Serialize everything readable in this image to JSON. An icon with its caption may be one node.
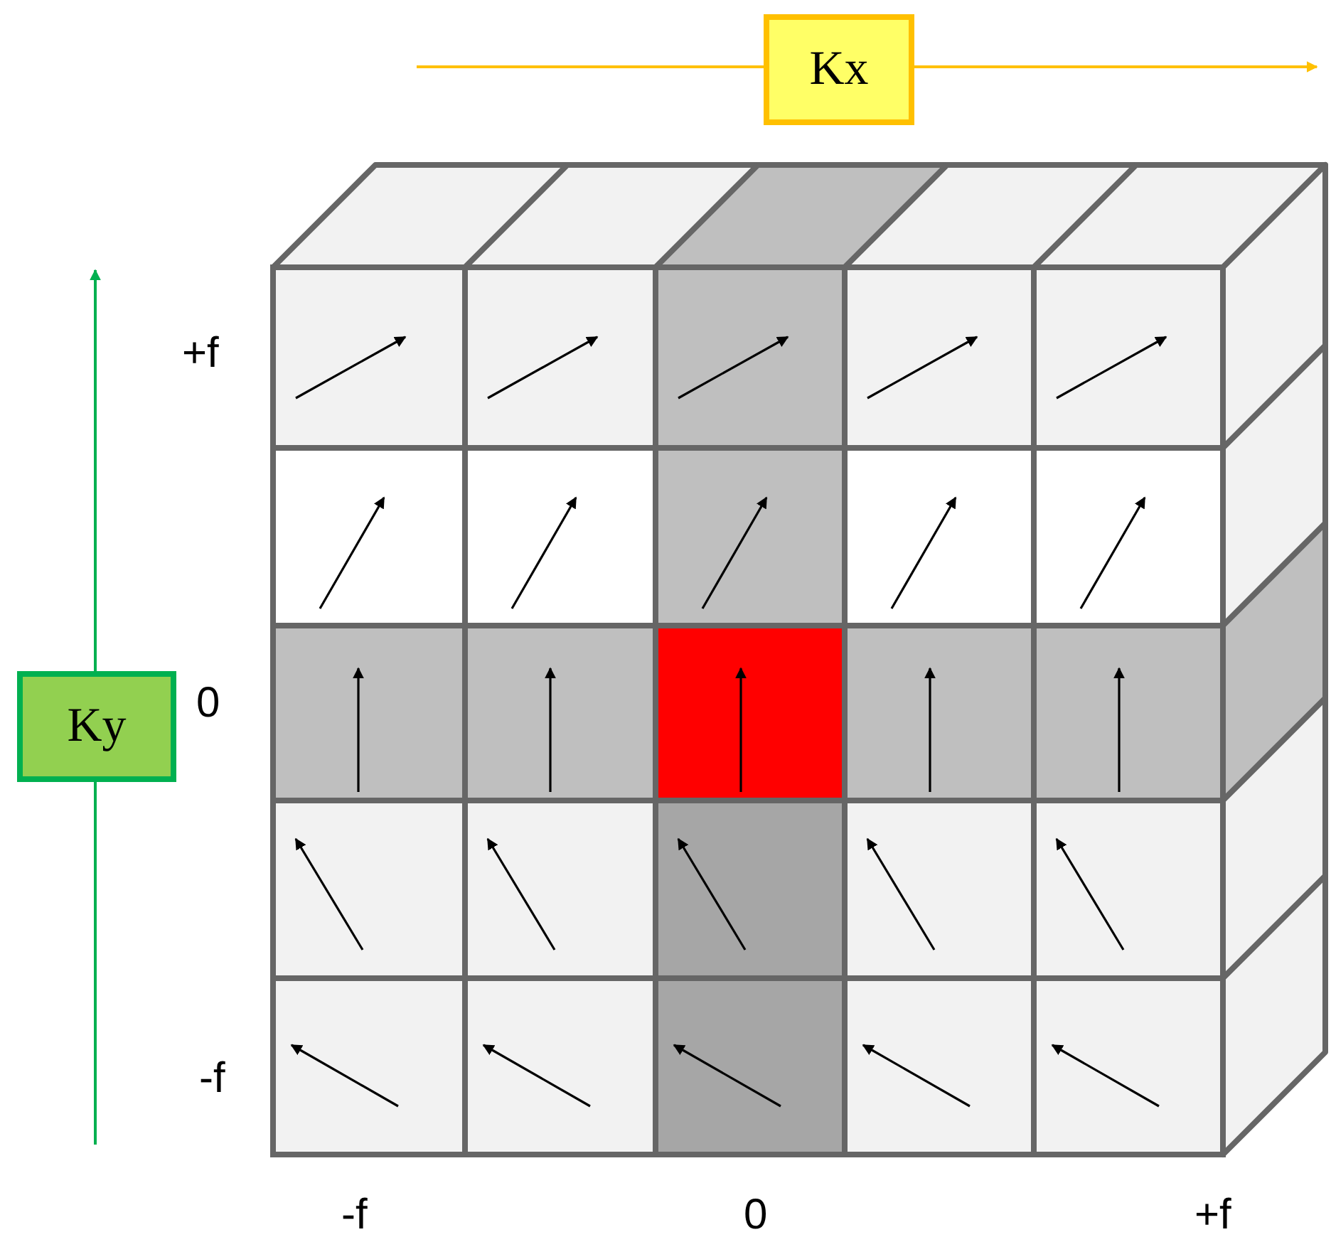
{
  "diagram": {
    "nodes": [
      {
        "text": [
          "Kx"
        ]
      },
      {
        "text": [
          "Ky"
        ]
      }
    ],
    "labels": [
      "+f",
      "0",
      "-f",
      "-f",
      "0",
      "+f"
    ]
  }
}
